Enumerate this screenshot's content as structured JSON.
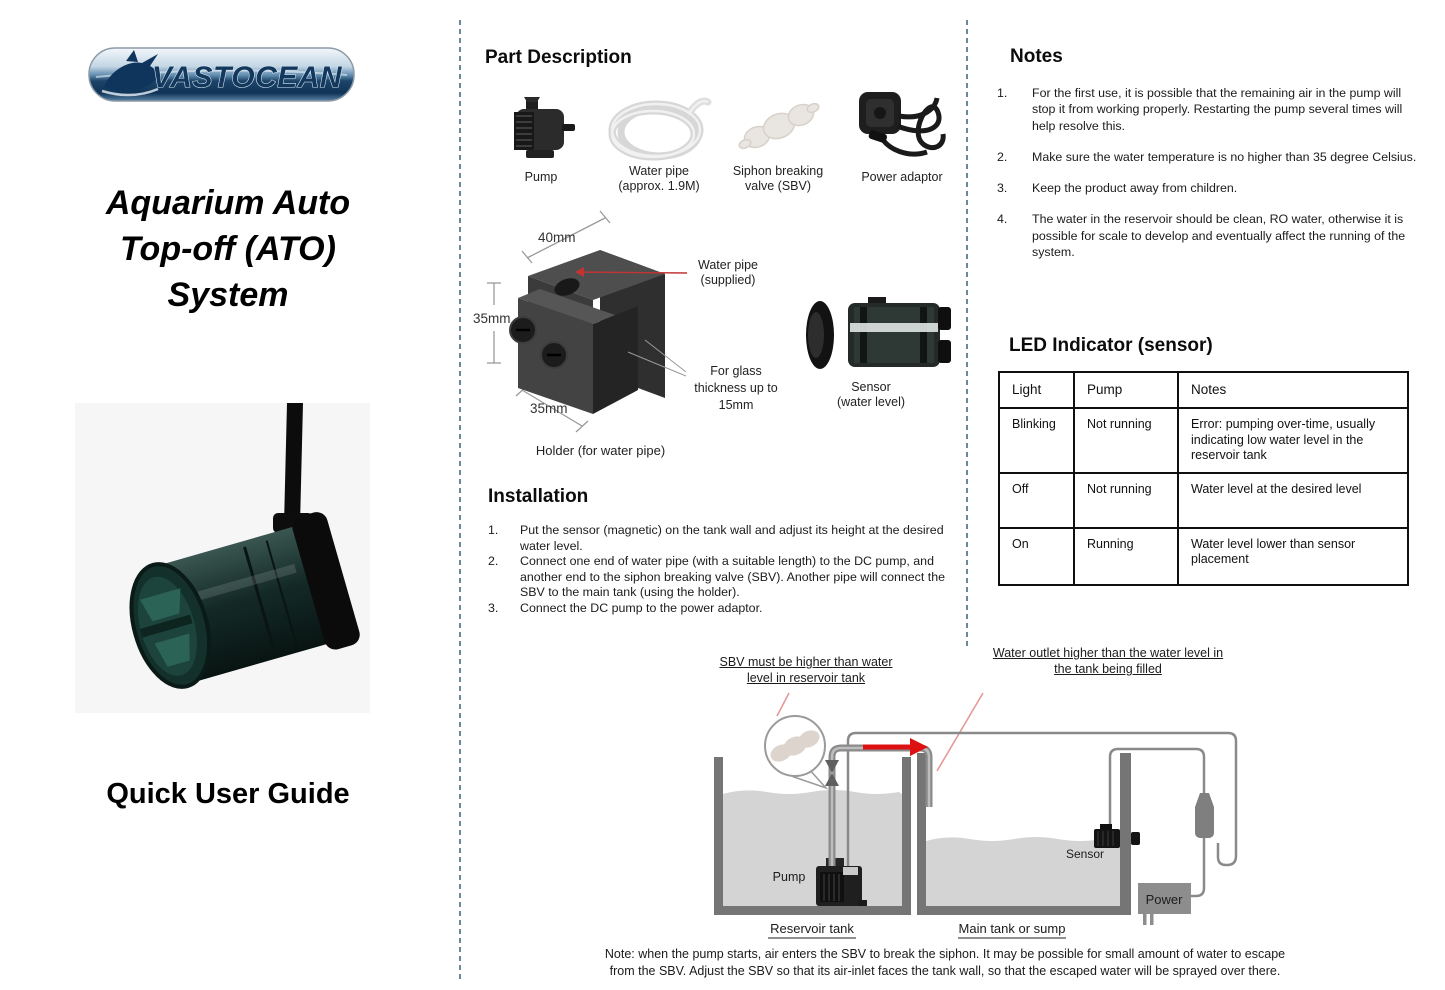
{
  "left": {
    "logo_text": "VASTOCEAN",
    "title_lines": [
      "Aquarium Auto",
      "Top-off (ATO)",
      "System"
    ],
    "subtitle": "Quick User Guide"
  },
  "part_description": {
    "heading": "Part Description",
    "parts": [
      {
        "lines": [
          "Pump",
          ""
        ]
      },
      {
        "lines": [
          "Water pipe",
          "(approx. 1.9M)"
        ]
      },
      {
        "lines": [
          "Siphon breaking",
          "valve (SBV)"
        ]
      },
      {
        "lines": [
          "Power adaptor",
          ""
        ]
      }
    ],
    "holder": {
      "dim_top": "40mm",
      "dim_left": "35mm",
      "dim_bottom": "35mm",
      "water_pipe_note_lines": [
        "Water pipe",
        "(supplied)"
      ],
      "glass_note_lines": [
        "For glass",
        "thickness up to",
        "15mm"
      ],
      "caption": "Holder (for water pipe)"
    },
    "sensor_label_lines": [
      "Sensor",
      "(water level)"
    ]
  },
  "installation": {
    "heading": "Installation",
    "items": [
      {
        "num": "1.",
        "text": "Put the sensor (magnetic) on the tank wall and adjust its height at the desired water level."
      },
      {
        "num": "2.",
        "text": "Connect one end of water pipe (with a suitable length) to the DC pump, and another end to the siphon breaking valve (SBV). Another pipe will connect the SBV to the main tank (using the holder)."
      },
      {
        "num": "3.",
        "text": "Connect the DC pump to the power adaptor."
      }
    ]
  },
  "notes": {
    "heading": "Notes",
    "items": [
      {
        "num": "1.",
        "text": "For the first use, it is possible that the remaining air in the pump will stop it from working properly. Restarting the pump several times will help resolve this."
      },
      {
        "num": "2.",
        "text": "Make sure the water temperature is no higher than 35 degree Celsius."
      },
      {
        "num": "3.",
        "text": "Keep the product away from children."
      },
      {
        "num": "4.",
        "text": "The water in the reservoir should be clean, RO water, otherwise it is possible for scale to develop and eventually affect the running of the system."
      }
    ]
  },
  "led_table": {
    "heading": "LED Indicator (sensor)",
    "headers": [
      "Light",
      "Pump",
      "Notes"
    ],
    "rows": [
      {
        "light": "Blinking",
        "pump": "Not running",
        "notes": "Error: pumping over-time, usually indicating low water level in the reservoir tank"
      },
      {
        "light": "Off",
        "pump": "Not running",
        "notes": "Water level at the desired level"
      },
      {
        "light": "On",
        "pump": "Running",
        "notes": "Water level lower than sensor placement"
      }
    ]
  },
  "diagram": {
    "sbv_callout_lines": [
      "SBV must be higher than water",
      "level in reservoir tank"
    ],
    "outlet_callout_lines": [
      "Water outlet higher than the water level in",
      "the tank being filled"
    ],
    "pump_label": "Pump",
    "sensor_label": "Sensor",
    "power_label": "Power",
    "reservoir_label": "Reservoir tank",
    "main_label": "Main tank or sump",
    "note_lines": [
      "Note: when the pump starts, air enters the SBV to break the siphon. It may be possible for small amount of water to escape",
      "from the SBV. Adjust the SBV so that its air-inlet faces the tank wall, so that the escaped water will be sprayed over there."
    ]
  },
  "colors": {
    "accent_red": "#dd2211",
    "annotation_pink": "#e49a9a",
    "dashed_divider": "#4e7486",
    "table_border": "#0f0f0f",
    "water_gray": "#d4d4d4",
    "tank_wall_gray": "#757575",
    "logo_navy": "#10355c"
  }
}
